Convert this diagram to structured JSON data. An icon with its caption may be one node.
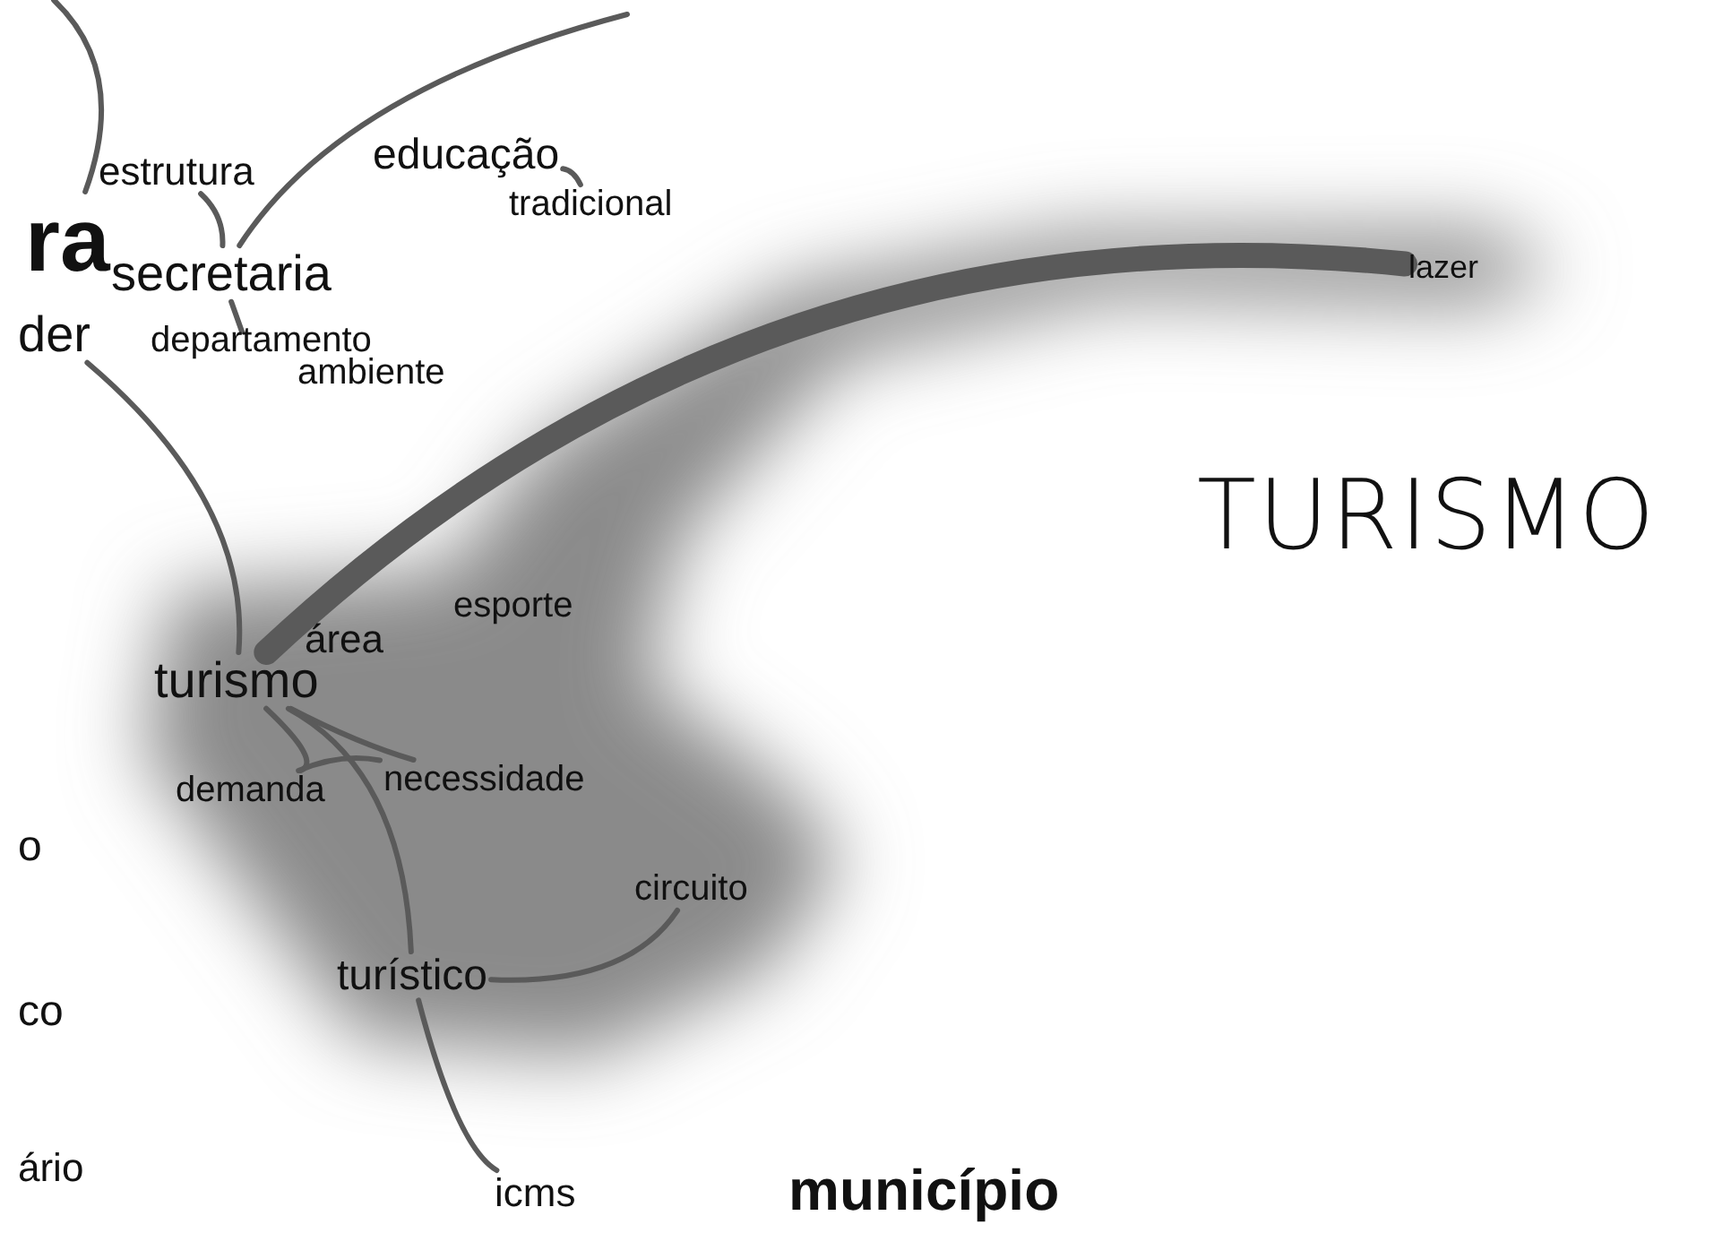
{
  "diagram": {
    "title": "TURISMO",
    "nodes": [
      {
        "text": [
          "ra"
        ]
      },
      {
        "text": [
          "estrutura"
        ]
      },
      {
        "text": [
          "educação"
        ]
      },
      {
        "text": [
          "tradicional"
        ]
      },
      {
        "text": [
          "secretaria"
        ]
      },
      {
        "text": [
          "der"
        ]
      },
      {
        "text": [
          "departamento"
        ]
      },
      {
        "text": [
          "ambiente"
        ]
      },
      {
        "text": [
          "lazer"
        ]
      },
      {
        "text": [
          "esporte"
        ]
      },
      {
        "text": [
          "área"
        ]
      },
      {
        "text": [
          "turismo"
        ]
      },
      {
        "text": [
          "demanda"
        ]
      },
      {
        "text": [
          "necessidade"
        ]
      },
      {
        "text": [
          "circuito"
        ]
      },
      {
        "text": [
          "turístico"
        ]
      },
      {
        "text": [
          "icms"
        ]
      },
      {
        "text": [
          "município"
        ]
      }
    ],
    "edges": [
      {
        "from": null,
        "to": 0,
        "arrow": "none"
      },
      {
        "from": null,
        "to": 4,
        "arrow": "none"
      },
      {
        "from": 2,
        "to": 3,
        "arrow": "none"
      },
      {
        "from": 1,
        "to": 4,
        "arrow": "none"
      },
      {
        "from": 4,
        "to": 6,
        "arrow": "none"
      },
      {
        "from": 5,
        "to": 11,
        "arrow": "none"
      },
      {
        "from": 11,
        "to": 8,
        "arrow": "none",
        "style": "thick"
      },
      {
        "from": 11,
        "to": 12,
        "arrow": "none"
      },
      {
        "from": 11,
        "to": 13,
        "arrow": "none"
      },
      {
        "from": 12,
        "to": 13,
        "arrow": "none"
      },
      {
        "from": 11,
        "to": 15,
        "arrow": "none"
      },
      {
        "from": 15,
        "to": 14,
        "arrow": "none"
      },
      {
        "from": 15,
        "to": 16,
        "arrow": "none"
      }
    ],
    "labels": [
      "o",
      "co",
      "ário"
    ]
  }
}
